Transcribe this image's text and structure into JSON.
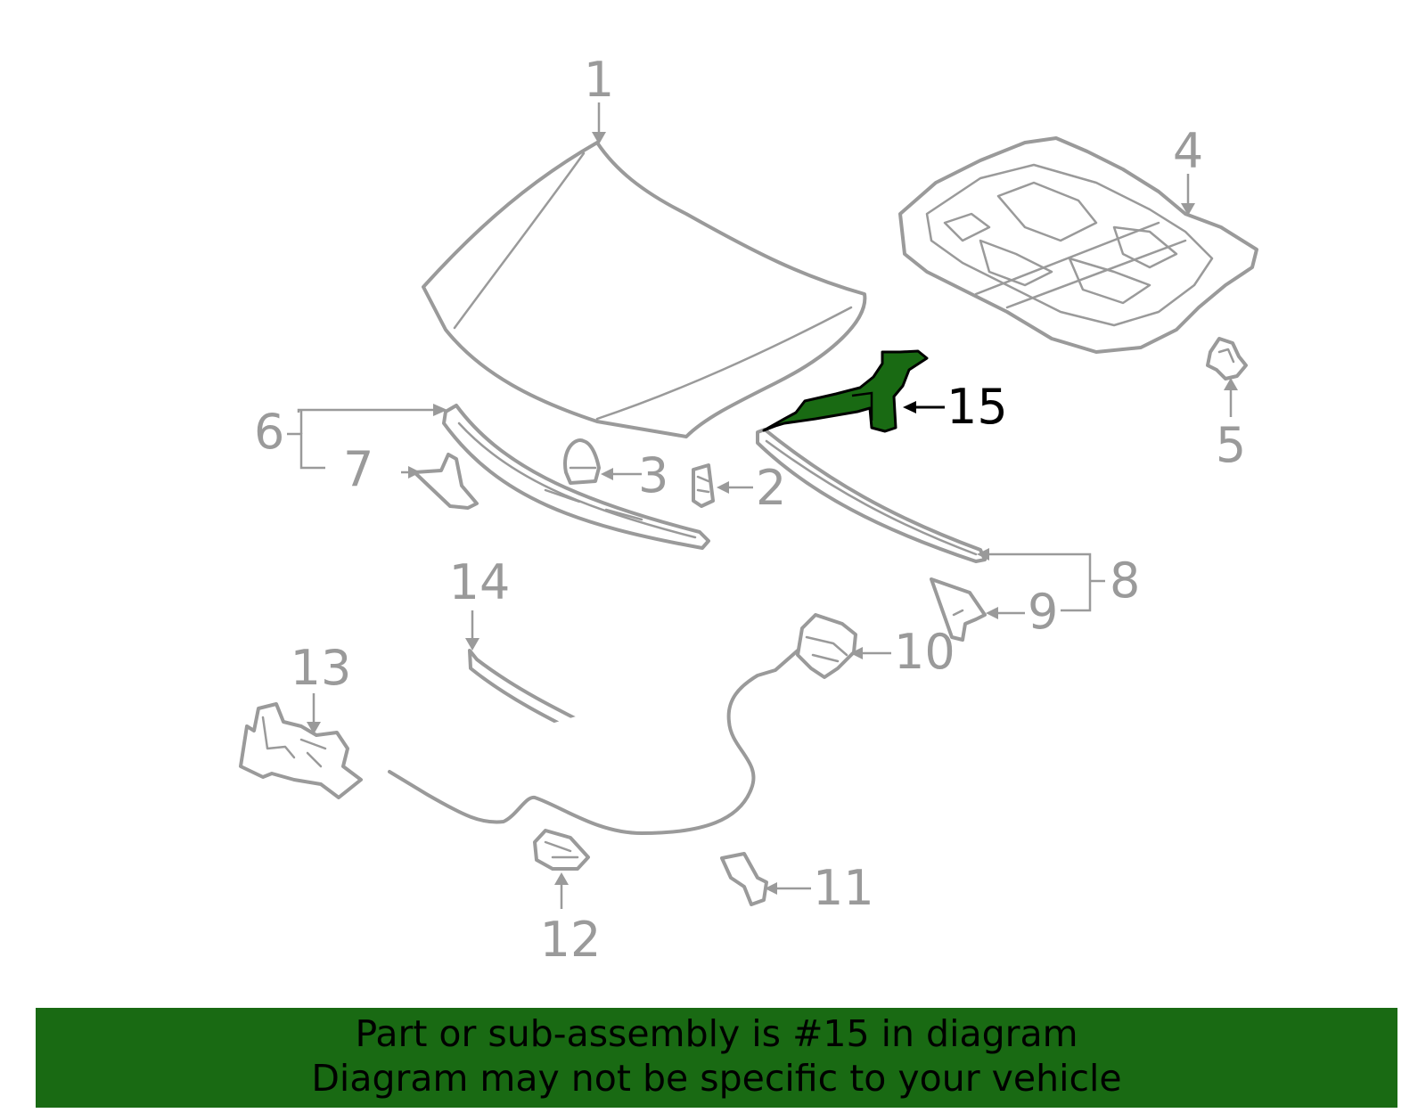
{
  "colors": {
    "highlight": "#196a13",
    "part_stroke": "#9a9a9a",
    "label_text": "#9a9a9a",
    "highlight_label": "#000000",
    "background": "#ffffff"
  },
  "highlighted_part": "15",
  "callouts": [
    "1",
    "2",
    "3",
    "4",
    "5",
    "6",
    "7",
    "8",
    "9",
    "10",
    "11",
    "12",
    "13",
    "14",
    "15"
  ],
  "banner": {
    "line1": "Part or sub-assembly is #15 in diagram",
    "line2": "Diagram may not be specific to your vehicle"
  }
}
